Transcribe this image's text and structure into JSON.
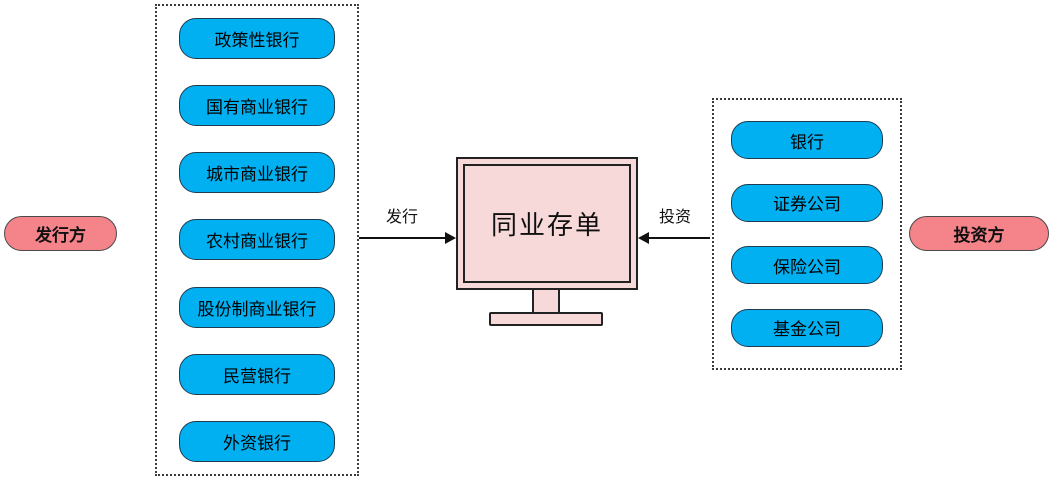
{
  "issuer": {
    "label": "发行方",
    "items": [
      "政策性银行",
      "国有商业银行",
      "城市商业银行",
      "农村商业银行",
      "股份制商业银行",
      "民营银行",
      "外资银行"
    ]
  },
  "investor": {
    "label": "投资方",
    "items": [
      "银行",
      "证券公司",
      "保险公司",
      "基金公司"
    ]
  },
  "center": {
    "label": "同业存单"
  },
  "arrows": {
    "issue": "发行",
    "invest": "投资"
  },
  "colors": {
    "node_blue": "#00b0f0",
    "pill_pink": "#f4838a",
    "screen_pink": "#f8d9d9"
  }
}
